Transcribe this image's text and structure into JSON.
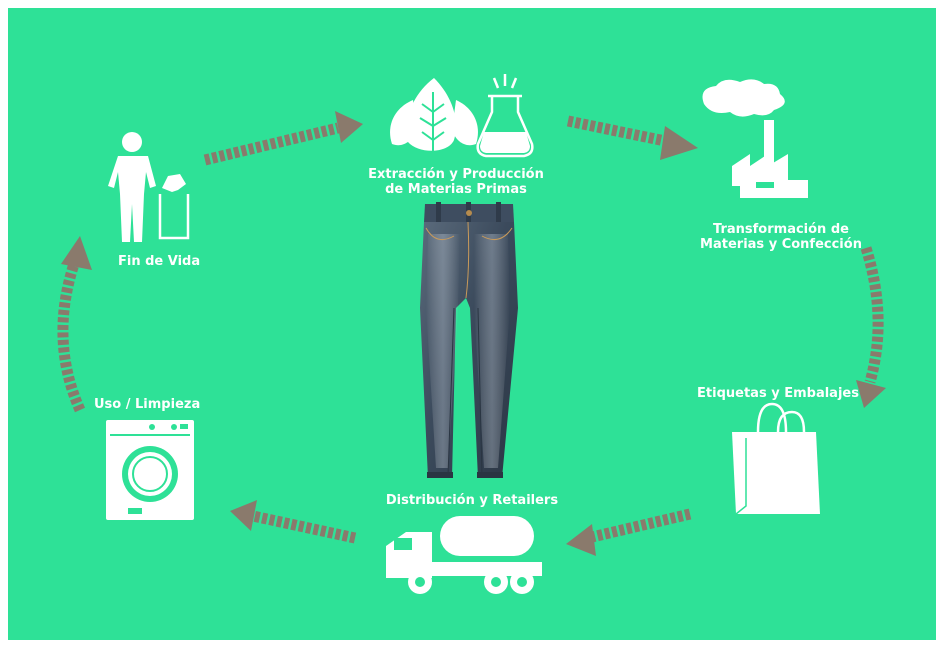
{
  "colors": {
    "background": "#2ee197",
    "arrow": "#8a7a6c",
    "icon": "#ffffff",
    "label": "#ffffff"
  },
  "stages": {
    "extraction": {
      "line1": "Extracción y Producción",
      "line2": "de Materias Primas",
      "icon": "leaves-flask-icon"
    },
    "transformation": {
      "line1": "Transformación de",
      "line2": "Materias y Confección",
      "icon": "factory-icon"
    },
    "labels_packaging": {
      "line1": "Etiquetas y Embalajes",
      "icon": "shopping-bag-icon"
    },
    "distribution": {
      "line1": "Distribución y Retailers",
      "icon": "tanker-truck-icon"
    },
    "use_cleaning": {
      "line1": "Uso / Limpieza",
      "icon": "washing-machine-icon"
    },
    "end_of_life": {
      "line1": "Fin de Vida",
      "icon": "person-trash-icon"
    }
  },
  "center": {
    "icon": "jeans-icon"
  }
}
